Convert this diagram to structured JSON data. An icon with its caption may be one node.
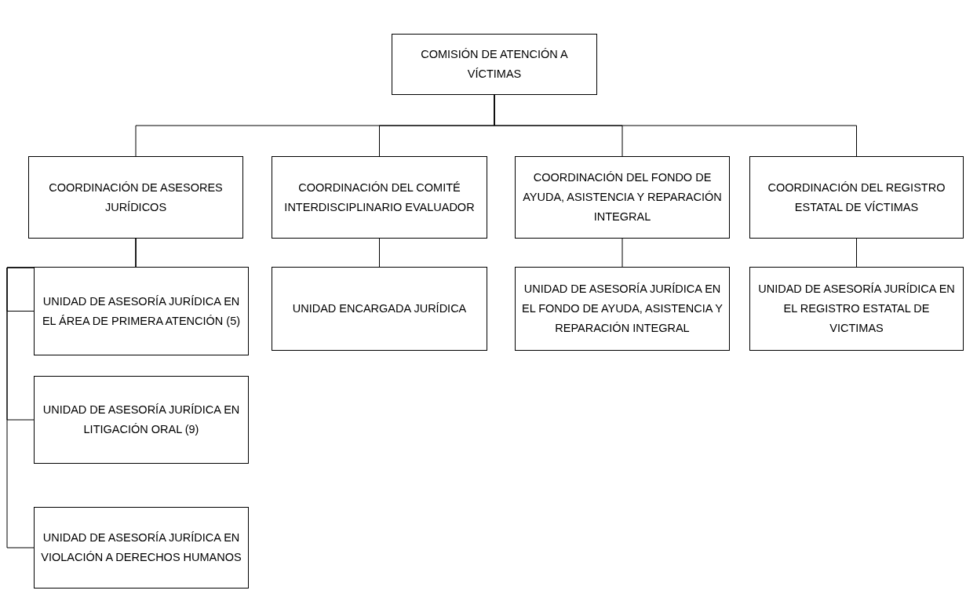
{
  "diagram": {
    "nodes": [
      {
        "text": [
          "COMISIÓN DE ATENCIÓN A VÍCTIMAS"
        ]
      },
      {
        "text": [
          "COORDINACIÓN DE ASESORES JURÍDICOS"
        ]
      },
      {
        "text": [
          "COORDINACIÓN DEL COMITÉ INTERDISCIPLINARIO EVALUADOR"
        ]
      },
      {
        "text": [
          "COORDINACIÓN DEL FONDO DE AYUDA, ASISTENCIA Y REPARACIÓN INTEGRAL"
        ]
      },
      {
        "text": [
          "COORDINACIÓN DEL REGISTRO ESTATAL DE VÍCTIMAS"
        ]
      },
      {
        "text": [
          "UNIDAD DE ASESORÍA JURÍDICA EN EL ÁREA DE PRIMERA ATENCIÓN (5)"
        ]
      },
      {
        "text": [
          "UNIDAD DE ASESORÍA JURÍDICA EN LITIGACIÓN ORAL (9)"
        ]
      },
      {
        "text": [
          "UNIDAD DE ASESORÍA JURÍDICA EN VIOLACIÓN A DERECHOS HUMANOS"
        ]
      },
      {
        "text": [
          "UNIDAD ENCARGADA JURÍDICA"
        ]
      },
      {
        "text": [
          "UNIDAD DE ASESORÍA JURÍDICA EN EL FONDO DE AYUDA, ASISTENCIA Y REPARACIÓN INTEGRAL"
        ]
      },
      {
        "text": [
          "UNIDAD DE ASESORÍA JURÍDICA EN EL REGISTRO ESTATAL DE VICTIMAS"
        ]
      }
    ],
    "edges": [
      {
        "from": 0,
        "to": 1,
        "arrow": "none"
      },
      {
        "from": 0,
        "to": 2,
        "arrow": "none"
      },
      {
        "from": 0,
        "to": 3,
        "arrow": "none"
      },
      {
        "from": 0,
        "to": 4,
        "arrow": "none"
      },
      {
        "from": 1,
        "to": 5,
        "arrow": "none"
      },
      {
        "from": 1,
        "to": 6,
        "arrow": "none"
      },
      {
        "from": 1,
        "to": 7,
        "arrow": "none"
      },
      {
        "from": 2,
        "to": 8,
        "arrow": "none"
      },
      {
        "from": 3,
        "to": 9,
        "arrow": "none"
      },
      {
        "from": 4,
        "to": 10,
        "arrow": "none"
      }
    ]
  }
}
